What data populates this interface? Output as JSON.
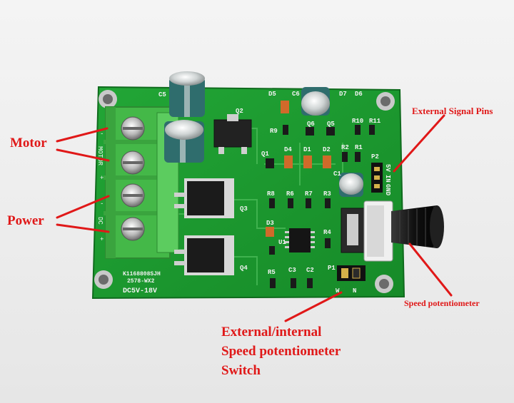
{
  "callouts": {
    "motor": "Motor",
    "power": "Power",
    "external_signal_pins": "External Signal Pins",
    "speed_potentiometer": "Speed potentiometer",
    "switch_lines": [
      "External/internal",
      "Speed potentiometer",
      "Switch"
    ]
  },
  "board": {
    "silkscreen_id_line1": "K1168808SJH",
    "silkscreen_id_line2": "2578-WX2",
    "voltage_rating": "DC5V-18V",
    "terminal_labels": [
      "-",
      "MOTOR",
      "+",
      "-",
      "DC",
      "+"
    ],
    "header_labels": [
      "5V",
      "IN",
      "GND"
    ],
    "header_name": "P2",
    "jumper_name": "P1",
    "jumper_pins": [
      "W",
      "N"
    ],
    "component_labels": {
      "c5": "C5",
      "c6": "C6",
      "c1": "C1",
      "c2": "C2",
      "c3": "C3",
      "q1": "Q1",
      "q2": "Q2",
      "q3": "Q3",
      "q4": "Q4",
      "q5": "Q5",
      "q6": "Q6",
      "d1": "D1",
      "d2": "D2",
      "d3": "D3",
      "d4": "D4",
      "d5": "D5",
      "d6": "D6",
      "d7": "D7",
      "r1": "R1",
      "r2": "R2",
      "r3": "R3",
      "r4": "R4",
      "r5": "R5",
      "r6": "R6",
      "r7": "R7",
      "r8": "R8",
      "r9": "R9",
      "r10": "R10",
      "r11": "R11",
      "u1": "U1"
    }
  },
  "colors": {
    "callout": "#e01818",
    "pcb": "#1c9a2e",
    "silkscreen": "#f2f2f2",
    "terminal_block": "#4cc34e",
    "capacitor_sleeve": "#2f6d6d",
    "potentiometer_knob": "#141414"
  }
}
